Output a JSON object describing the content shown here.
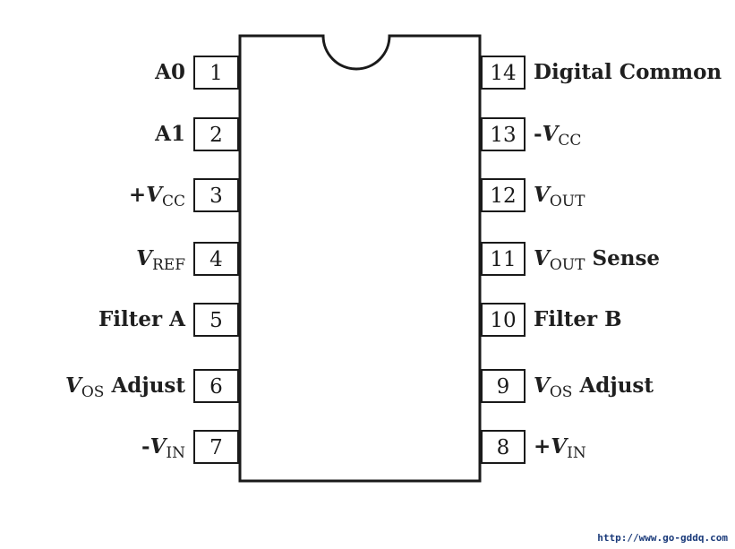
{
  "pins_left": [
    {
      "num": "1",
      "label_parts": [
        {
          "t": "A0"
        }
      ]
    },
    {
      "num": "2",
      "label_parts": [
        {
          "t": "A1"
        }
      ]
    },
    {
      "num": "3",
      "label_parts": [
        {
          "t": "+"
        },
        {
          "t": "V",
          "style": "v"
        },
        {
          "t": "CC",
          "style": "sub"
        }
      ]
    },
    {
      "num": "4",
      "label_parts": [
        {
          "t": "V",
          "style": "v"
        },
        {
          "t": "REF",
          "style": "sub"
        }
      ]
    },
    {
      "num": "5",
      "label_parts": [
        {
          "t": "Filter A"
        }
      ]
    },
    {
      "num": "6",
      "label_parts": [
        {
          "t": "V",
          "style": "v"
        },
        {
          "t": "OS",
          "style": "sub"
        },
        {
          "t": " Adjust"
        }
      ]
    },
    {
      "num": "7",
      "label_parts": [
        {
          "t": "-"
        },
        {
          "t": "V",
          "style": "v"
        },
        {
          "t": "IN",
          "style": "sub"
        }
      ]
    }
  ],
  "pins_right": [
    {
      "num": "14",
      "label_parts": [
        {
          "t": "Digital Common"
        }
      ]
    },
    {
      "num": "13",
      "label_parts": [
        {
          "t": "-"
        },
        {
          "t": "V",
          "style": "v"
        },
        {
          "t": "CC",
          "style": "sub"
        }
      ]
    },
    {
      "num": "12",
      "label_parts": [
        {
          "t": "V",
          "style": "v"
        },
        {
          "t": "OUT",
          "style": "sub"
        }
      ]
    },
    {
      "num": "11",
      "label_parts": [
        {
          "t": "V",
          "style": "v"
        },
        {
          "t": "OUT",
          "style": "sub"
        },
        {
          "t": " Sense"
        }
      ]
    },
    {
      "num": "10",
      "label_parts": [
        {
          "t": "Filter B"
        }
      ]
    },
    {
      "num": "9",
      "label_parts": [
        {
          "t": "V",
          "style": "v"
        },
        {
          "t": "OS",
          "style": "sub"
        },
        {
          "t": " Adjust"
        }
      ]
    },
    {
      "num": "8",
      "label_parts": [
        {
          "t": "+"
        },
        {
          "t": "V",
          "style": "v"
        },
        {
          "t": "IN",
          "style": "sub"
        }
      ]
    }
  ],
  "watermark": "http://www.go-gddq.com",
  "colors": {
    "line": "#1a1a1a",
    "watermark": "#1a3a7a",
    "background": "#ffffff"
  }
}
